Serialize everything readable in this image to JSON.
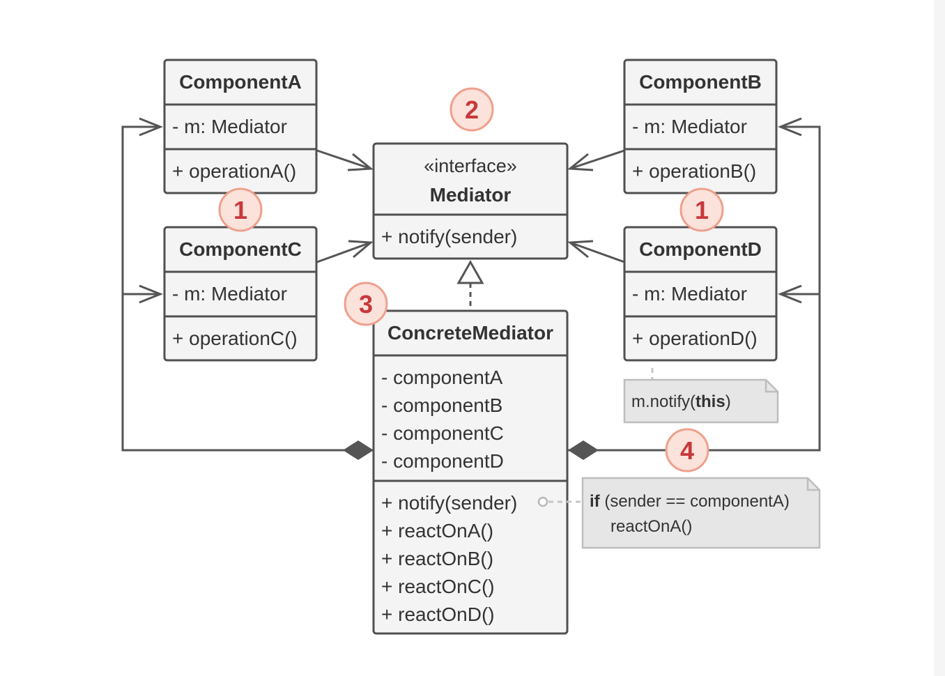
{
  "classes": {
    "componentA": {
      "name": "ComponentA",
      "field": "- m: Mediator",
      "method": "+ operationA()"
    },
    "componentB": {
      "name": "ComponentB",
      "field": "- m: Mediator",
      "method": "+ operationB()"
    },
    "componentC": {
      "name": "ComponentC",
      "field": "- m: Mediator",
      "method": "+ operationC()"
    },
    "componentD": {
      "name": "ComponentD",
      "field": "- m: Mediator",
      "method": "+ operationD()"
    },
    "mediator": {
      "stereotype": "«interface»",
      "name": "Mediator",
      "method": "+ notify(sender)"
    },
    "concrete": {
      "name": "ConcreteMediator",
      "fields": [
        "- componentA",
        "- componentB",
        "- componentC",
        "- componentD"
      ],
      "methods": [
        "+ notify(sender)",
        "+ reactOnA()",
        "+ reactOnB()",
        "+ reactOnC()",
        "+ reactOnD()"
      ]
    }
  },
  "notes": {
    "notify_note": {
      "prefix": "m.notify(",
      "keyword": "this",
      "suffix": ")"
    },
    "react_note": {
      "keyword": "if",
      "condition": " (sender == componentA)",
      "body": "reactOnA()"
    }
  },
  "badges": {
    "components_left": "1",
    "components_right": "1",
    "mediator": "2",
    "concrete": "3",
    "links": "4"
  }
}
